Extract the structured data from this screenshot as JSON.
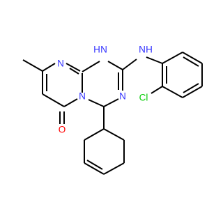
{
  "molecule": {
    "atom_labels": [
      {
        "id": "n-ring-1",
        "text": "N",
        "color": "#3333ff"
      },
      {
        "id": "nh-ring",
        "text": "H",
        "color": "#3333ff"
      },
      {
        "id": "nh-ring-n",
        "text": "N",
        "color": "#3333ff"
      },
      {
        "id": "nh-amine-n",
        "text": "N",
        "color": "#3333ff"
      },
      {
        "id": "nh-amine",
        "text": "H",
        "color": "#3333ff"
      },
      {
        "id": "n-bridge",
        "text": "N",
        "color": "#3333ff"
      },
      {
        "id": "n-ring-3",
        "text": "N",
        "color": "#3333ff"
      },
      {
        "id": "o-carbonyl",
        "text": "O",
        "color": "#ff0000"
      },
      {
        "id": "cl",
        "text": "Cl",
        "color": "#00cc00"
      }
    ]
  }
}
